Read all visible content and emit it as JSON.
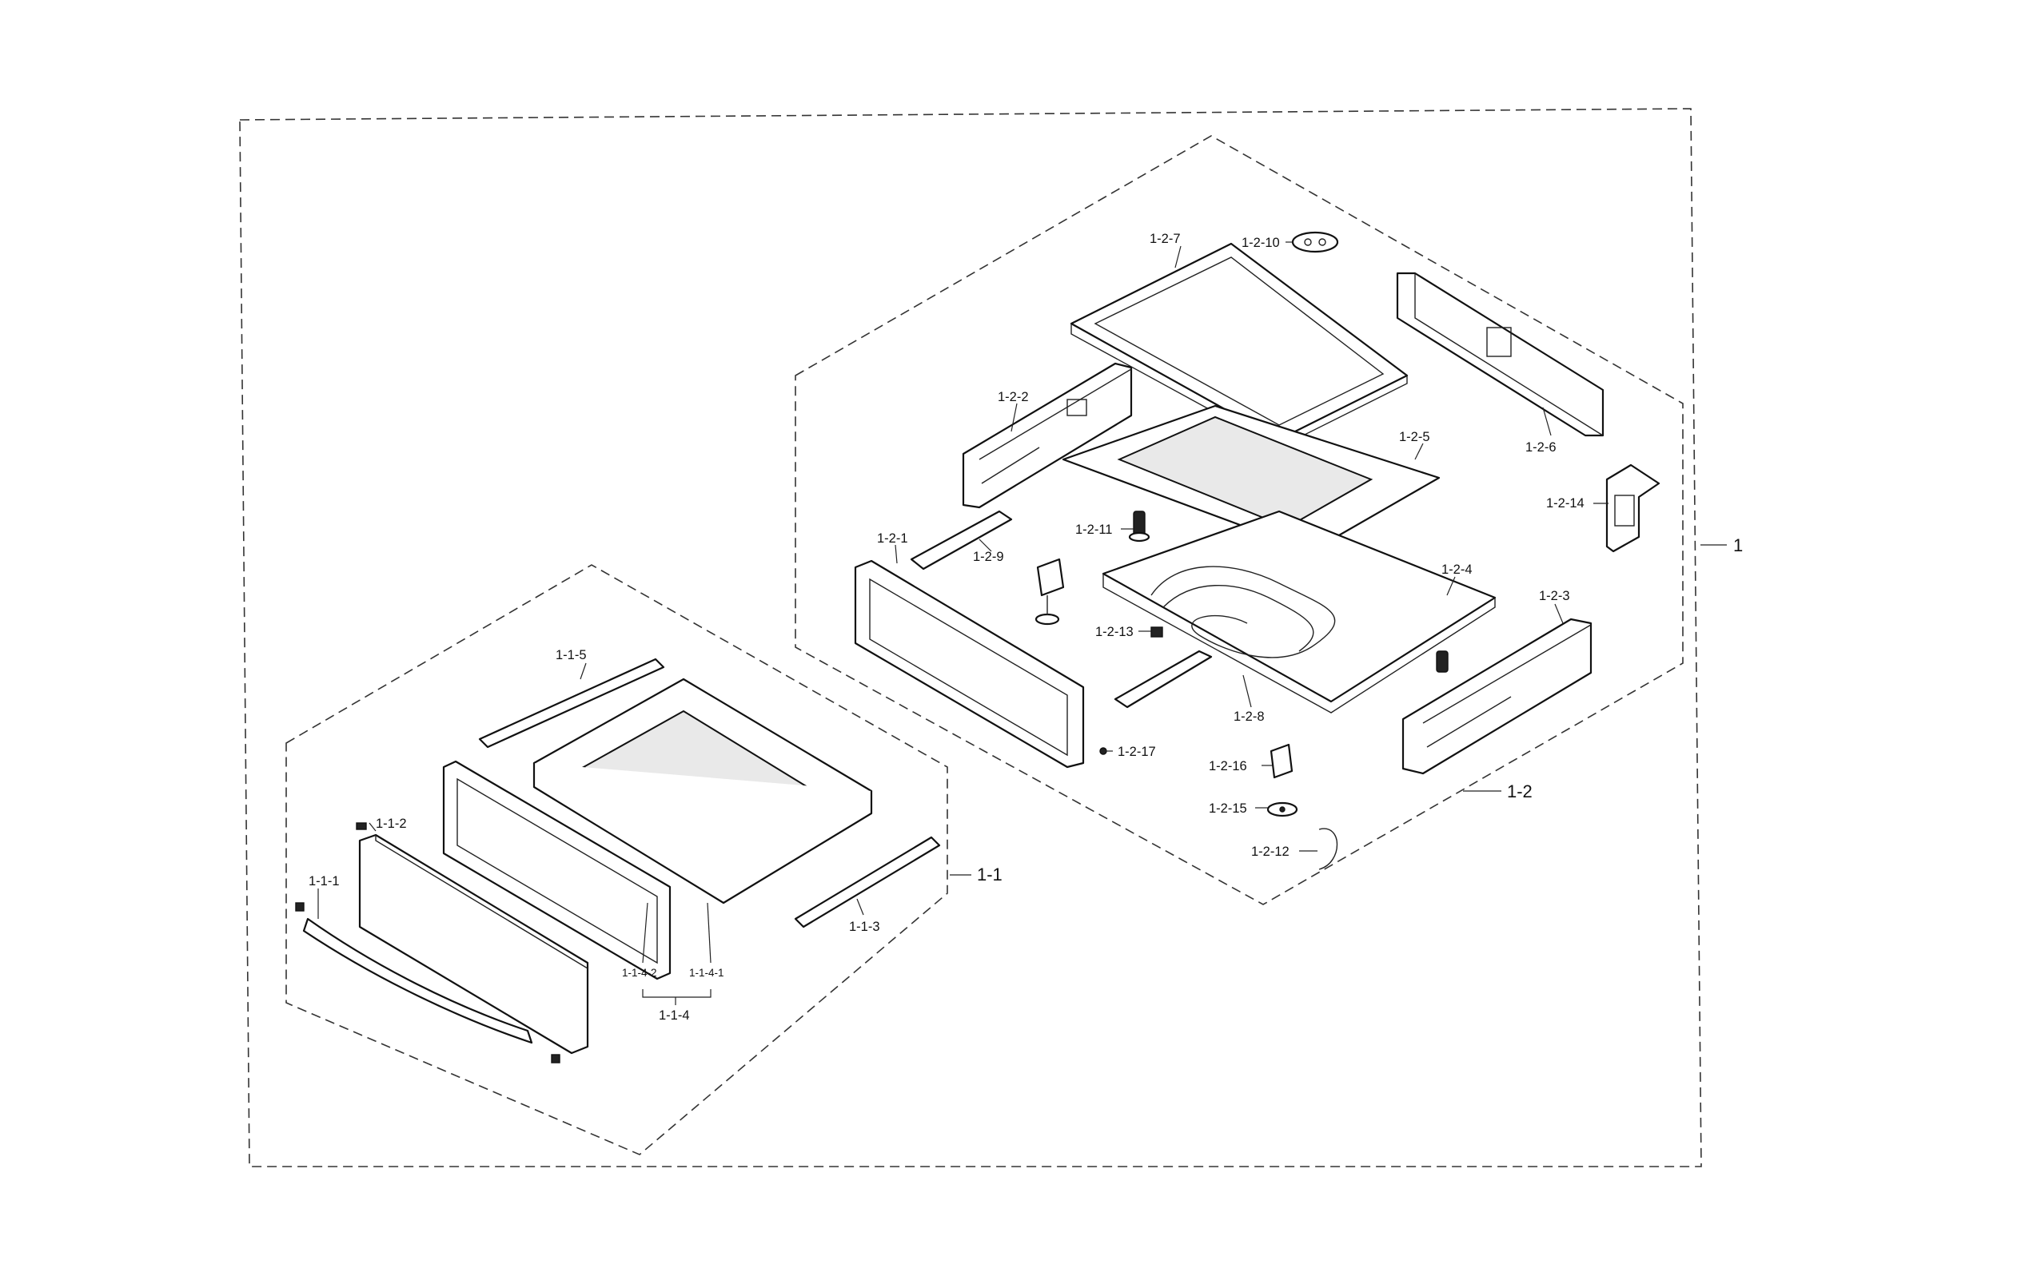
{
  "assembly": {
    "root": "1",
    "sub_drawer": "1-1",
    "sub_oven": "1-2"
  },
  "labels": {
    "p_1_1_1": "1-1-1",
    "p_1_1_2": "1-1-2",
    "p_1_1_3": "1-1-3",
    "p_1_1_4": "1-1-4",
    "p_1_1_4_1": "1-1-4-1",
    "p_1_1_4_2": "1-1-4-2",
    "p_1_1_5": "1-1-5",
    "p_1_2_1": "1-2-1",
    "p_1_2_2": "1-2-2",
    "p_1_2_3": "1-2-3",
    "p_1_2_4": "1-2-4",
    "p_1_2_5": "1-2-5",
    "p_1_2_6": "1-2-6",
    "p_1_2_7": "1-2-7",
    "p_1_2_8": "1-2-8",
    "p_1_2_9": "1-2-9",
    "p_1_2_10": "1-2-10",
    "p_1_2_11": "1-2-11",
    "p_1_2_12": "1-2-12",
    "p_1_2_13": "1-2-13",
    "p_1_2_14": "1-2-14",
    "p_1_2_15": "1-2-15",
    "p_1_2_16": "1-2-16",
    "p_1_2_17": "1-2-17"
  },
  "colors": {
    "line": "#111111",
    "background": "#ffffff"
  }
}
